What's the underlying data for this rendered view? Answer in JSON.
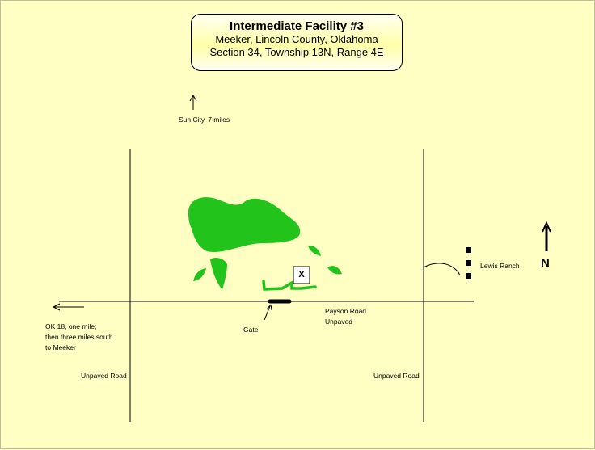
{
  "title": {
    "main": "Intermediate Facility #3",
    "line2": "Meeker, Lincoln County, Oklahoma",
    "line3": "Section 34, Township  13N, Range 4E"
  },
  "labels": {
    "sun_city": "Sun City, 7 miles",
    "lewis_ranch": "Lewis Ranch",
    "north": "N",
    "payson_road": "Payson Road",
    "payson_unpaved": "Unpaved",
    "gate": "Gate",
    "ok18_line1": "OK 18, one mile;",
    "ok18_line2": "then three miles south",
    "ok18_line3": "to Meeker",
    "unpaved_left": "Unpaved Road",
    "unpaved_right": "Unpaved Road",
    "facility_marker": "X"
  },
  "colors": {
    "background": "#ffffc4",
    "vegetation": "#22c41c",
    "lines": "#000000"
  }
}
